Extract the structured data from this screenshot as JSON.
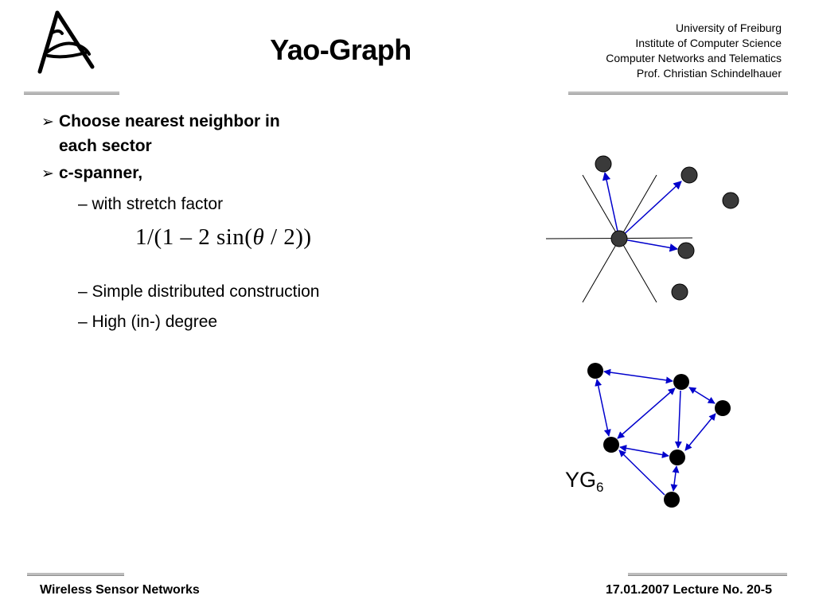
{
  "slide": {
    "title": "Yao-Graph",
    "institution": [
      "University of Freiburg",
      "Institute of Computer Science",
      "Computer Networks and Telematics",
      "Prof. Christian Schindelhauer"
    ]
  },
  "bullets": {
    "b1_marker": "➢",
    "b1_line1": "Choose nearest neighbor in",
    "b1_line2": "each sector",
    "b2_marker": "➢",
    "b2_text": "c-spanner,",
    "sub1": "– with stretch factor",
    "sub2": "– Simple distributed construction",
    "sub3": "– High (in-) degree"
  },
  "formula": {
    "left": "1/(1 – 2 sin(",
    "theta": "θ",
    "right": " / 2))"
  },
  "figure": {
    "yg_label": "YG",
    "yg_subscript": "6",
    "node_color_top": "#3a3a3a",
    "node_color_bottom": "#000000",
    "arrow_color": "#0000cc"
  },
  "footer": {
    "left": "Wireless Sensor Networks",
    "right": "17.01.2007 Lecture No. 20-5"
  }
}
